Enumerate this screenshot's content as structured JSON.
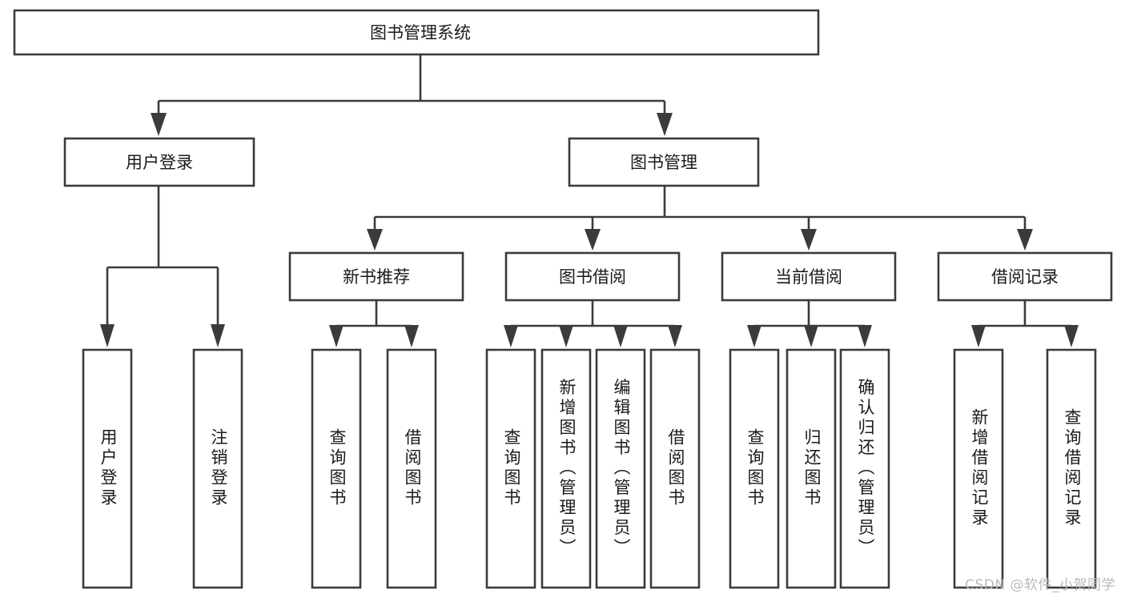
{
  "diagram": {
    "type": "tree",
    "title": "图书管理系统",
    "watermark": "CSDN @软件_小贺同学",
    "colors": {
      "stroke": "#3b3b3b",
      "box_fill": "#ffffff",
      "text": "#1a1a1a",
      "background": "#ffffff",
      "watermark": "#b9b9b9"
    },
    "levels": [
      {
        "level": 1,
        "nodes": [
          {
            "id": "root",
            "label": "图书管理系统",
            "orientation": "horizontal"
          }
        ]
      },
      {
        "level": 2,
        "nodes": [
          {
            "id": "login",
            "label": "用户登录",
            "orientation": "horizontal",
            "parent": "root"
          },
          {
            "id": "bookmgmt",
            "label": "图书管理",
            "orientation": "horizontal",
            "parent": "root"
          }
        ]
      },
      {
        "level": 3,
        "nodes": [
          {
            "id": "newbook",
            "label": "新书推荐",
            "orientation": "horizontal",
            "parent": "bookmgmt"
          },
          {
            "id": "borrow",
            "label": "图书借阅",
            "orientation": "horizontal",
            "parent": "bookmgmt"
          },
          {
            "id": "current",
            "label": "当前借阅",
            "orientation": "horizontal",
            "parent": "bookmgmt"
          },
          {
            "id": "records",
            "label": "借阅记录",
            "orientation": "horizontal",
            "parent": "bookmgmt"
          }
        ]
      },
      {
        "level": 4,
        "nodes": [
          {
            "id": "leaf-user-login",
            "label": "用户登录",
            "orientation": "vertical",
            "parent": "login"
          },
          {
            "id": "leaf-user-logout",
            "label": "注销登录",
            "orientation": "vertical",
            "parent": "login"
          },
          {
            "id": "leaf-newbook-query",
            "label": "查询图书",
            "orientation": "vertical",
            "parent": "newbook"
          },
          {
            "id": "leaf-newbook-borrow",
            "label": "借阅图书",
            "orientation": "vertical",
            "parent": "newbook"
          },
          {
            "id": "leaf-borrow-query",
            "label": "查询图书",
            "orientation": "vertical",
            "parent": "borrow"
          },
          {
            "id": "leaf-borrow-add",
            "label": "新增图书（管理员）",
            "orientation": "vertical",
            "parent": "borrow"
          },
          {
            "id": "leaf-borrow-edit",
            "label": "编辑图书（管理员）",
            "orientation": "vertical",
            "parent": "borrow"
          },
          {
            "id": "leaf-borrow-lend",
            "label": "借阅图书",
            "orientation": "vertical",
            "parent": "borrow"
          },
          {
            "id": "leaf-current-query",
            "label": "查询图书",
            "orientation": "vertical",
            "parent": "current"
          },
          {
            "id": "leaf-current-return",
            "label": "归还图书",
            "orientation": "vertical",
            "parent": "current"
          },
          {
            "id": "leaf-current-confirm",
            "label": "确认归还（管理员）",
            "orientation": "vertical",
            "parent": "current"
          },
          {
            "id": "leaf-records-add",
            "label": "新增借阅记录",
            "orientation": "vertical",
            "parent": "records"
          },
          {
            "id": "leaf-records-query",
            "label": "查询借阅记录",
            "orientation": "vertical",
            "parent": "records"
          }
        ]
      }
    ]
  }
}
